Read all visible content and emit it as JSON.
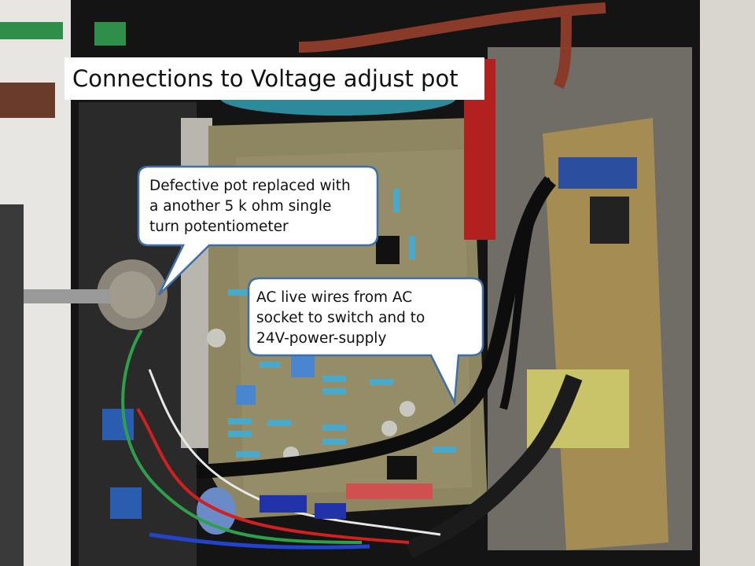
{
  "title": "Connections to Voltage adjust pot",
  "callouts": [
    {
      "lines": [
        "Defective pot replaced with",
        "a another 5 k ohm single",
        "turn potentiometer"
      ]
    },
    {
      "lines": [
        "AC live wires from AC",
        "socket to switch and to",
        "24V-power-supply"
      ]
    }
  ]
}
